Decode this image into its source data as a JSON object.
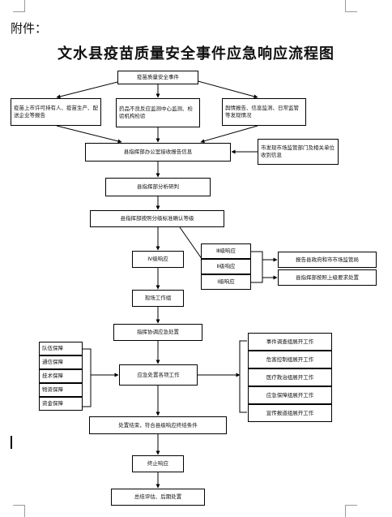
{
  "header": {
    "attachment_label": "附件：",
    "title": "文水县疫苗质量安全事件应急响应流程图"
  },
  "flow": {
    "event": "疫苗质量安全事件",
    "sources": [
      "疫苗上市许可持有人、疫苗生产、配送企业等报告",
      "药品不良反应监测中心监测、检验机构检验",
      "舆情报告、信息监测、日常监管等发现情况"
    ],
    "office_receive": "县指挥部办公室接收报告信息",
    "side_report": "市发现市场监管部门及相关单位收到信息",
    "analysis": "县指挥部分析研判",
    "grading": "县指挥部按照分级标准确认等级",
    "level4": "Ⅳ级响应",
    "levels_upper": [
      "Ⅲ级响应",
      "Ⅱ级响应",
      "Ⅰ级响应"
    ],
    "upper_reports": [
      "报告县政府和市市场监管局",
      "县指挥部按照上级要求处置"
    ],
    "team": "现场工作组",
    "coordinate": "指挥协调应急处置",
    "handling": "应急处置各项工作",
    "guarantees": [
      "队伍保障",
      "通信保障",
      "技术保障",
      "物资保障",
      "资金保障"
    ],
    "groups": [
      "事件调查组展开工作",
      "危害控制组展开工作",
      "医疗救治组展开工作",
      "应急保障组展开工作",
      "宣传报道组展开工作"
    ],
    "finish": "处置结束，符合县级响应终结条件",
    "terminate": "终止响应",
    "summary": "总结评估、后期处置"
  }
}
